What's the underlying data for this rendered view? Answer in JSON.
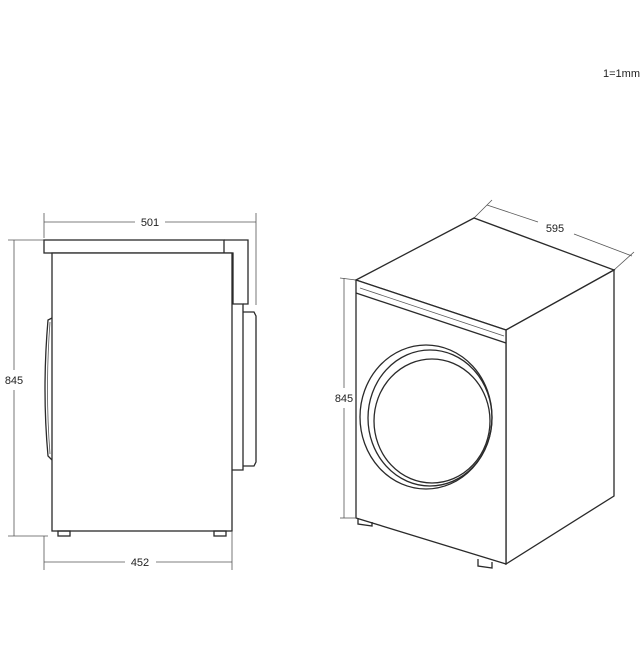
{
  "scale_note": "1=1mm",
  "side_view": {
    "top_width": "501",
    "height": "845",
    "bottom_depth": "452"
  },
  "iso_view": {
    "width": "595",
    "height": "845"
  }
}
